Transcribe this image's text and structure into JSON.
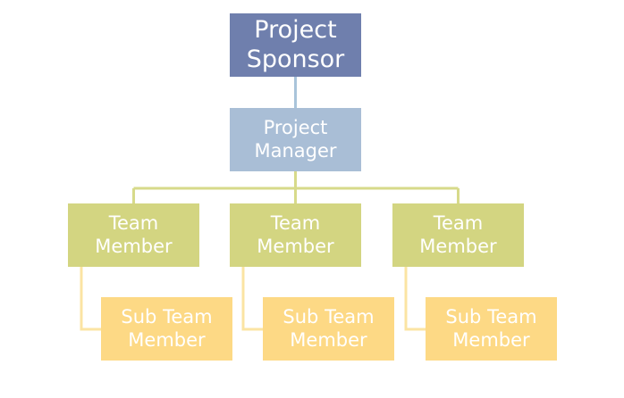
{
  "colors": {
    "sponsor": "#6f7fad",
    "manager": "#a9bed6",
    "member": "#d3d581",
    "sub_member": "#fdd985",
    "top_connector": "#a9c4da",
    "tree_connector": "#d7da8a",
    "sub_connector": "#fbe4a3"
  },
  "nodes": {
    "sponsor": "Project\nSponsor",
    "manager": "Project\nManager",
    "members": [
      "Team\nMember",
      "Team\nMember",
      "Team\nMember"
    ],
    "sub_members": [
      "Sub Team\nMember",
      "Sub Team\nMember",
      "Sub Team\nMember"
    ]
  }
}
